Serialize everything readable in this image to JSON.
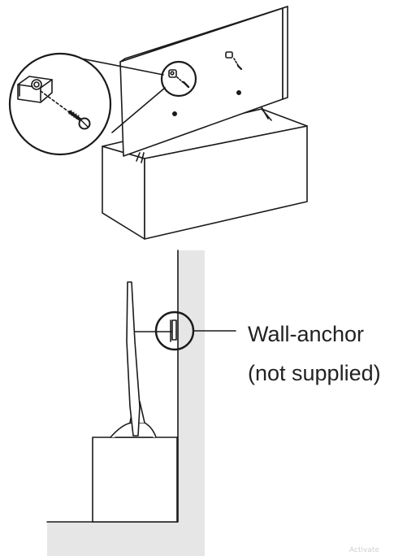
{
  "callout": {
    "line1": "Wall-anchor",
    "line2": "(not supplied)"
  },
  "watermark": "Activate",
  "colors": {
    "stroke": "#1a1a1a",
    "wall": "#e6e6e6"
  }
}
